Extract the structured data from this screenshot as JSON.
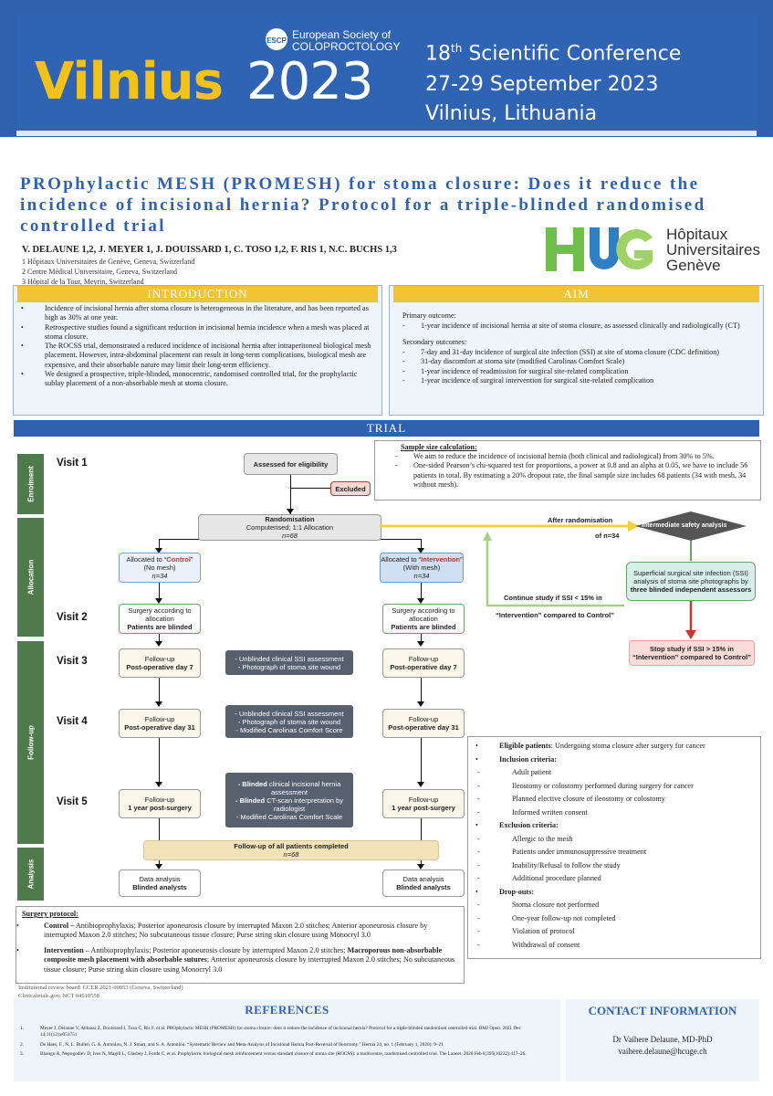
{
  "banner": {
    "city": "Vilnius",
    "year": "2023",
    "society_line1": "European Society of",
    "society_line2": "COLOPROCTOLOGY",
    "society_abbr": "ESCP",
    "conf_num": "18",
    "conf_sup": "th",
    "conf_name": "Scientific Conference",
    "conf_dates": "27-29 September 2023",
    "conf_place": "Vilnius, Lithuania"
  },
  "title": "PROphylactic MESH (PROMESH) for stoma closure: Does it reduce the incidence of incisional hernia? Protocol for a triple-blinded randomised controlled trial",
  "authors": "V. DELAUNE 1,2, J. MEYER 1, J. DOUISSARD 1, C. TOSO 1,2, F. RIS 1, N.C. BUCHS 1,3",
  "affiliations": [
    "1 Hôpitaux Universitaires de Genève, Geneva, Switzerland",
    "2 Centre Médical Universitaire, Geneva, Switzerland",
    "3 Hôpital de la Tour, Meyrin, Switzerland"
  ],
  "hug": {
    "letters": "HUG",
    "line1": "Hôpitaux",
    "line2": "Universitaires",
    "line3": "Genève"
  },
  "intro": {
    "header": "INTRODUCTION",
    "items": [
      "Incidence of incisional hernia after stoma closure is heterogeneous in the literature, and has been reported as high as 30% at one year.",
      "Retrospective studies found a significant reduction in incisional hernia incidence when a mesh was placed at stoma closure.",
      "The ROCSS trial, demonstrated a reduced incidence of incisional hernia after intraperitoneal biological mesh placement. However, intra-abdominal placement can result in long-term complications, biological mesh are expensive, and their absorbable nature may limit their long-term efficiency.",
      "We designed a prospective, triple-blinded, monocentric, randomised controlled trial,  for the prophylactic sublay placement of a non-absorbable mesh at stoma closure."
    ]
  },
  "aim": {
    "header": "AIM",
    "primary_label": "Primary outcome",
    "primary_items": [
      "1-year incidence of incisional hernia at site of stoma closure, as assessed clinically and radiologically (CT)"
    ],
    "secondary_label": "Secondary outcomes",
    "secondary_items": [
      "7-day and 31-day incidence of surgical site infection (SSI) at site of stoma closure (CDC definition)",
      "31-day discomfort at stoma site (modified Carolinas Comfort Scale)",
      "1-year incidence of readmission for surgical site-related complication",
      "1-year incidence of surgical intervention for surgical site-related complication"
    ]
  },
  "trial": {
    "header": "TRIAL",
    "sample_label": "Sample size calculation:",
    "sample_items": [
      "We aim to reduce the incidence of incisional hernia (both clinical and radiological) from 30% to 5%.",
      "One-sided Pearson’s chi-squared test for proportions, a power at 0.8 and an alpha at 0.05, we have to include 56 patients in total. By estimating a 20% dropout rate, the final sample size includes 68 patients (34 with mesh, 34 without mesh)."
    ]
  },
  "flow": {
    "phases": [
      "Enrolment",
      "Allocation",
      "Follow-up",
      "Analysis"
    ],
    "visits": [
      "Visit 1",
      "Visit 2",
      "Visit 3",
      "Visit 4",
      "Visit 5"
    ],
    "assessed": "Assessed for eligibility",
    "excluded": "Excluded",
    "rand_title": "Randomisation",
    "rand_sub": "Computerised; 1:1 Allocation",
    "rand_n": "n=68",
    "ctrl_pre": "Allocated to “",
    "ctrl_word": "Control",
    "ctrl_post": "”",
    "ctrl_sub": "(No mesh)",
    "ctrl_n": "n=34",
    "int_pre": "Allocated to “",
    "int_word": "Intervention",
    "int_post": "”",
    "int_sub": "(With mesh)",
    "int_n": "n=34",
    "surgery1": "Surgery according to",
    "surgery2": "allocation",
    "blinded": "Patients are blinded",
    "followup": "Follow-up",
    "pod7": "Post-operative day 7",
    "pod31": "Post-operative day 31",
    "year1": "1 year post-surgery",
    "v3_assess": [
      "- Unblinded clinical SSI assessment",
      "- Photograph of stoma site wound"
    ],
    "v4_assess": [
      "- Unblinded clinical SSI assessment",
      "- Photograph of stoma site wound",
      "- Modified Carolinas Comfort Score"
    ],
    "v5_a_bold": "- Blinded",
    "v5_a_rest": " clinical incisional hernia assessment",
    "v5_b_bold": "- Blinded",
    "v5_b_rest": " CT-scan interpretation by radiologist",
    "v5_c": "- Modified Carolinas Comfort Scale",
    "completed": "Follow-up of all patients completed",
    "completed_n": "n=68",
    "analysis1": "Data analysis",
    "analysis2": "Blinded analysts",
    "after_rand": "After randomisation",
    "of_n": "of n=34",
    "interim": "Intermediate safety analysis",
    "ssi_box_a": "Superficial surgical site infection (SSI) analysis of stoma site photographs by",
    "ssi_box_b": "three blinded independent assessors",
    "continue1": "Continue study if SSI < 15% in",
    "continue2": "“Intervention” compared to Control”",
    "stop1": "Stop study if SSI > 15% in",
    "stop2": "“Intervention” compared to Control”"
  },
  "criteria": [
    {
      "label": "Eligible patients",
      "text": ": Undergoing stoma closure after surgery for cancer",
      "items": []
    },
    {
      "label": "Inclusion criteria:",
      "text": "",
      "items": [
        "Adult patient",
        "Ileostomy or colostomy performed during surgery for cancer",
        "Planned elective closure of ileostomy or colostomy",
        "Informed written consent"
      ]
    },
    {
      "label": "Exclusion criteria:",
      "text": "",
      "items": [
        "Allergic to the mesh",
        "Patients under immunosuppressive treatment",
        "Inability/Refusal to follow the study",
        "Additional procedure planned"
      ]
    },
    {
      "label": "Drop-outs:",
      "text": "",
      "items": [
        "Stoma closure not performed",
        "One-year follow-up not completed",
        "Violation of protocol",
        "Withdrawal of consent"
      ]
    }
  ],
  "surgery": {
    "label": "Surgery protocol:",
    "control_label": "Control –",
    "control_text": " Antibioprophylaxis; Posterior aponeurosis closure by interrupted Maxon 2.0 stitches; Anterior aponeurosis closure by interrupted Maxon 2.0 stitches; No subcutaneous tissue closure; Purse string skin closure using Monocryl 3.0",
    "int_label": "Intervention",
    "int_text1": " – Antibioprophylaxis; Posterior aponeurosis closure by interrupted Maxon 2.0 stitches; ",
    "int_bold": "Macroporous non-absorbable composite mesh placement with absorbable sutures",
    "int_text2": "; Anterior aponeurosis closure by interrupted Maxon 2.0 stitches; No subcutaneous tissue closure; Purse string skin closure using Monocryl 3.0"
  },
  "review_board": "Institutional review board: CCER 2021-00053 (Geneva, Switzerland)",
  "clinicaltrials": "Clinicaltrials.gov: NCT 04510558",
  "references": {
    "header": "REFERENCES",
    "items": [
      "Meyer J, Delaune V, Abbassi Z, Douissard J, Toso C, Ris F, et al. PROphylactic MESH (PROMESH) for stoma closure: does it reduce the incidence of incisional hernia? Protocol for a triple-blinded randomised controlled trial. BMJ Open. 2021 Dec 14;11(12):e053751",
      "De Haes, F., N. L. Bullen, G. A. Antoniou, N. J. Smart, and S. A. Antoniou. “Systematic Review and Meta-Analysis of Incisional Hernia Post-Reversal of Ileostomy.” Hernia 24, no. 1 (February 1, 2020): 9–21",
      "Bhangu A, Nepogodiev D, Ives N, Magill L, Glasbey J, Forde C, et al. Prophylactic biological mesh reinforcement versus standard closure of stoma site (ROCSS): a multicentre, randomised controlled trial. The Lancet. 2020 Feb 8;395(10222):417–26."
    ]
  },
  "contact": {
    "header": "CONTACT INFORMATION",
    "name": "Dr Vaihere Delaune, MD-PhD",
    "email": "vaihere.delaune@hcuge.ch"
  },
  "colors": {
    "blue": "#2e62b1",
    "yellow": "#f2c435",
    "green": "#4f7a4b",
    "hug_green": "#6fbf4a",
    "hug_blue": "#2f7fc4",
    "red": "#c0392b"
  }
}
